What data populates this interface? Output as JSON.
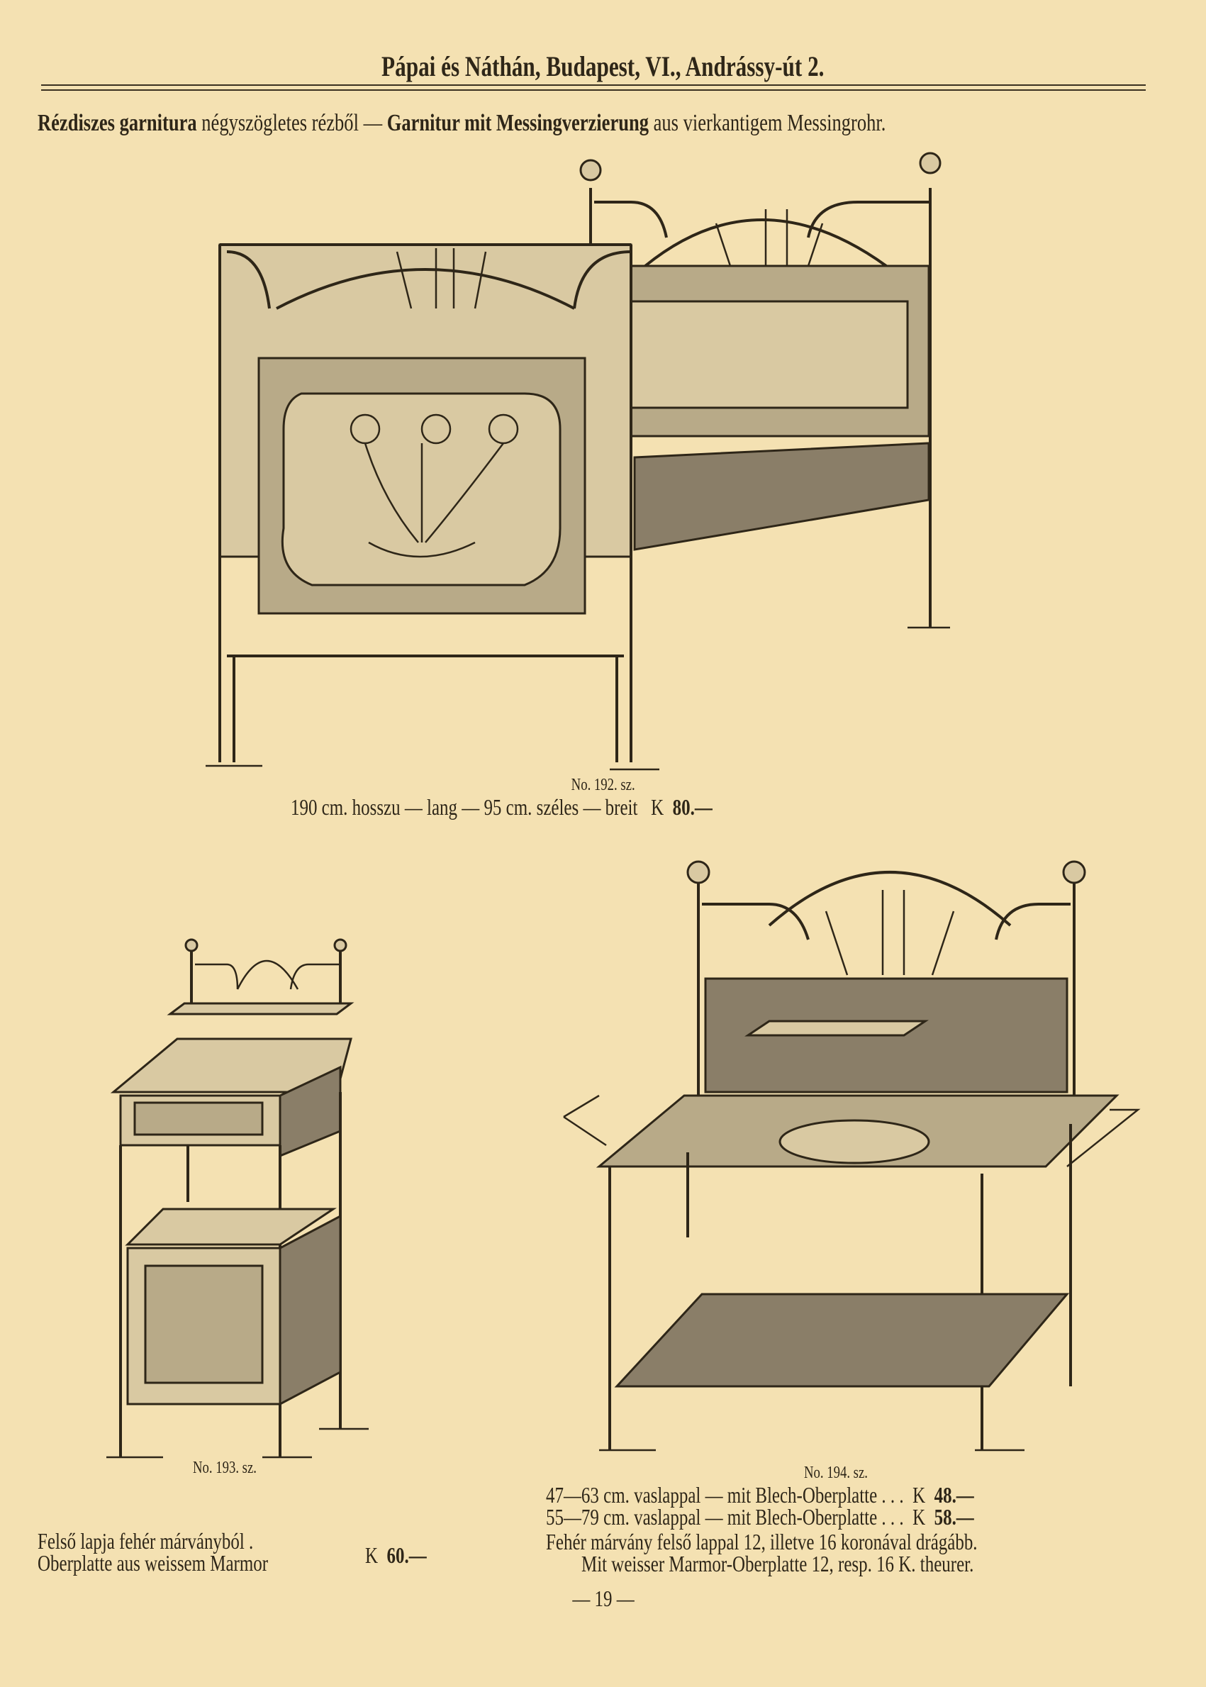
{
  "header": {
    "title": "Pápai és Náthán, Budapest, VI., Andrássy-út 2.",
    "subtitle_hu_bold": "Rézdiszes garnitura",
    "subtitle_hu": "négyszögletes rézből",
    "subtitle_sep": "—",
    "subtitle_de_bold": "Garnitur mit Messingverzierung",
    "subtitle_de": "aus vierkantigem Messingrohr."
  },
  "items": [
    {
      "number": "No. 192. sz.",
      "description": "190 cm. hosszu — lang — 95 cm. széles — breit",
      "price_currency": "K",
      "price": "80.—"
    },
    {
      "number": "No. 193. sz.",
      "description_hu": "Felső lapja fehér márványból .",
      "description_de": "Oberplatte aus weissem Marmor",
      "price_currency": "K",
      "price": "60.—"
    },
    {
      "number": "No. 194. sz.",
      "variants": [
        {
          "label": "47—63 cm. vaslappal — mit Blech-Oberplatte . . .",
          "currency": "K",
          "price": "48.—"
        },
        {
          "label": "55—79 cm. vaslappal — mit Blech-Oberplatte . . .",
          "currency": "K",
          "price": "58.—"
        }
      ],
      "note_hu": "Fehér márvány felső lappal 12, illetve 16 koronával drágább.",
      "note_de": "Mit weisser Marmor-Oberplatte 12, resp. 16 K. theurer."
    }
  ],
  "footer": {
    "page_number": "— 19 —"
  }
}
